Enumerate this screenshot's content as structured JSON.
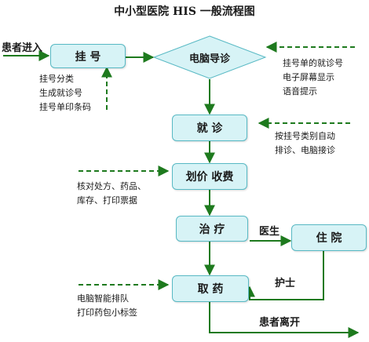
{
  "title": "中小型医院 HIS 一般流程图",
  "nodes": {
    "register": "挂  号",
    "guide": "电脑导诊",
    "consult": "就  诊",
    "pricing": "划价  收费",
    "treatment": "治  疗",
    "hospital": "住  院",
    "pharmacy": "取  药"
  },
  "notes": {
    "register": [
      "挂号分类",
      "生成就诊号",
      "挂号单印条码"
    ],
    "guide": [
      "挂号单的就诊号",
      "电子屏幕显示",
      "语音提示"
    ],
    "consult": [
      "按挂号类别自动",
      "排诊、电脑接诊"
    ],
    "pricing": [
      "核对处方、药品、",
      "库存、打印票据"
    ],
    "pharmacy": [
      "电脑智能排队",
      "打印药包小标签"
    ]
  },
  "labels": {
    "entry": "患者进入",
    "doctor": "医生",
    "nurse": "护士",
    "exit": "患者离开"
  },
  "colors": {
    "arrow": "#1e7a1e",
    "box_fill": "#d7f3f6",
    "box_border": "#58b9c4"
  }
}
